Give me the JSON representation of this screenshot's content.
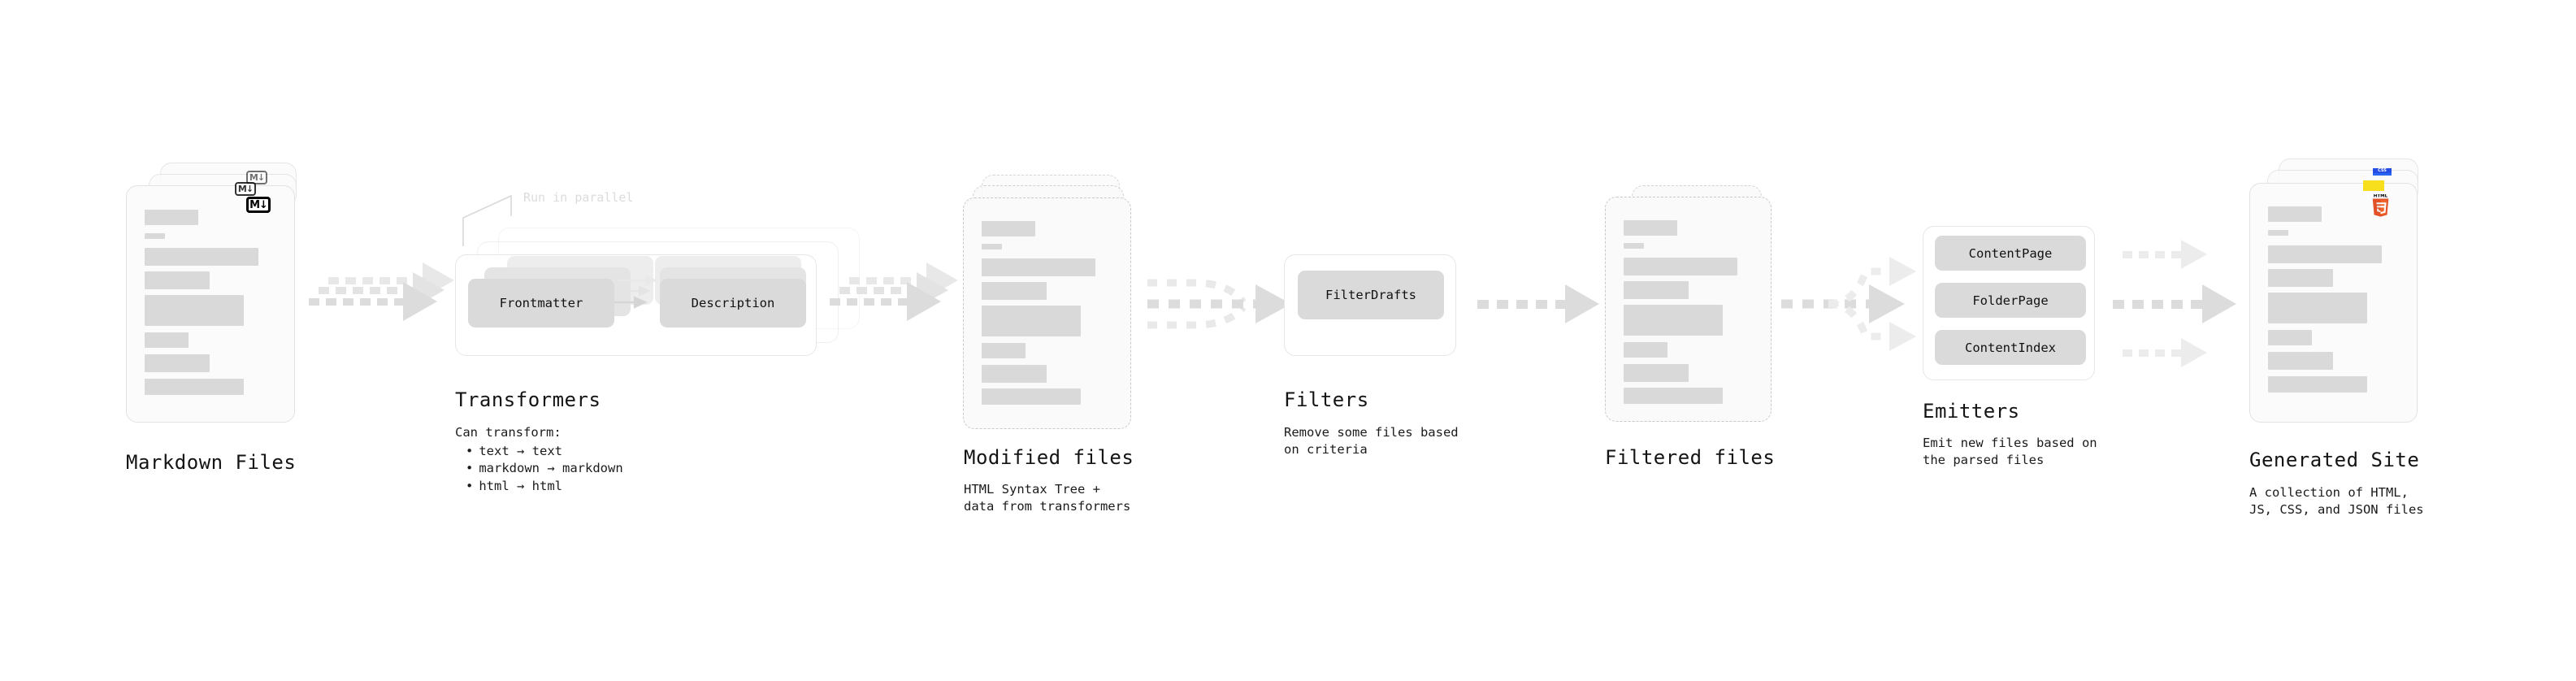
{
  "diagram": {
    "title_color": "#141414",
    "accent_gray": "#d9d9d9"
  },
  "stages": [
    {
      "id": "markdown-files",
      "title": "Markdown Files",
      "caption": "",
      "icon": "markdown-icon",
      "icon_label": "M↓"
    },
    {
      "id": "transformers",
      "title": "Transformers",
      "caption": "Can transform:",
      "annotation": "Run in parallel",
      "chips": [
        "Frontmatter",
        "Description"
      ],
      "bullets": [
        "text → text",
        "markdown → markdown",
        "html → html"
      ]
    },
    {
      "id": "modified-files",
      "title": "Modified files",
      "caption": "HTML Syntax Tree +\ndata from transformers"
    },
    {
      "id": "filters",
      "title": "Filters",
      "caption": "Remove some files based\non criteria",
      "chips": [
        "FilterDrafts"
      ]
    },
    {
      "id": "filtered-files",
      "title": "Filtered files",
      "caption": ""
    },
    {
      "id": "emitters",
      "title": "Emitters",
      "caption": "Emit new files based on\nthe parsed files",
      "chips": [
        "ContentPage",
        "FolderPage",
        "ContentIndex"
      ]
    },
    {
      "id": "generated-site",
      "title": "Generated Site",
      "caption": "A collection of HTML,\nJS, CSS, and JSON files",
      "icons": [
        "html5-icon",
        "js-icon",
        "css3-icon"
      ],
      "icon_labels": {
        "html5": "HTML",
        "html5_num": "5",
        "css3": "CSS"
      }
    }
  ]
}
